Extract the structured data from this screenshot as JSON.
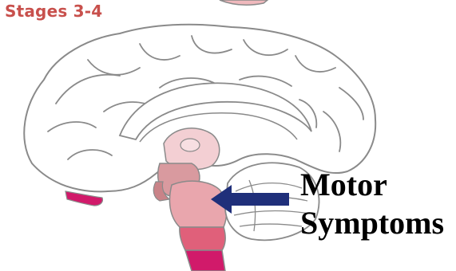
{
  "header": {
    "title": "Stages 3-4"
  },
  "annotation": {
    "line1": "Motor",
    "line2": "Symptoms"
  },
  "colors": {
    "title": "#c8504c",
    "outline": "#8a8a8a",
    "brainstem_light": "#d99a9f",
    "brainstem_mid": "#e0607a",
    "brainstem_dark": "#d11a6a",
    "highlight_pale": "#f3cfd3",
    "arrow": "#1f2f7a"
  }
}
